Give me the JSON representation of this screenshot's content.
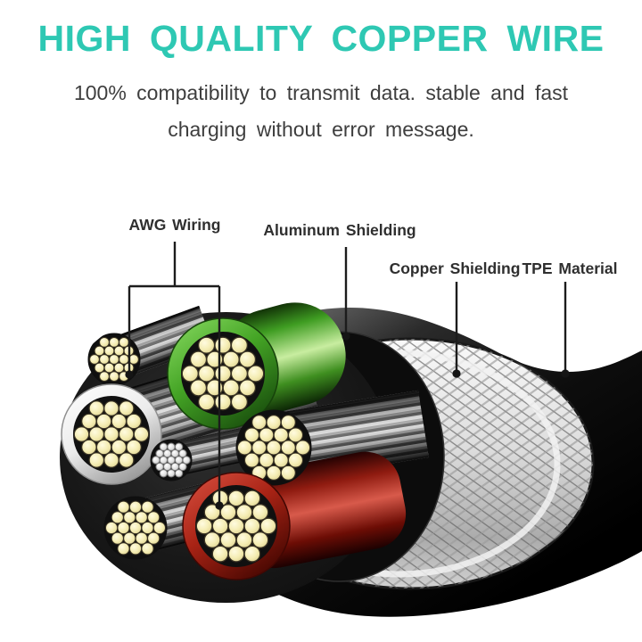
{
  "title": {
    "text": "HIGH QUALITY COPPER WIRE"
  },
  "subtitle": {
    "line1": "100% compatibility to transmit data. stable and fast",
    "line2": "charging without error message."
  },
  "callouts": [
    {
      "id": "awg",
      "text": "AWG Wiring"
    },
    {
      "id": "aluminum",
      "text": "Aluminum Shielding"
    },
    {
      "id": "copper",
      "text": "Copper Shielding"
    },
    {
      "id": "tpe",
      "text": "TPE Material"
    }
  ],
  "colors": {
    "title_teal": "#2ec8b3",
    "body_text": "#3e3e3e",
    "label_text": "#2f2f2f",
    "leader_line": "#1c1c1c",
    "tpe_jacket_black": "#121212",
    "copper_braid_silver": "#e3e3e3",
    "aluminum_foil_dark": "#0d0d0d",
    "wire_green": "#4fae2f",
    "wire_red": "#b2271b",
    "wire_white": "#efefef",
    "strand_copper_cream": "#f5efc0",
    "strand_silver": "#e9e9e9"
  },
  "cable": {
    "bundles": [
      {
        "id": "bare-bundle-top-left",
        "jacket_color": null,
        "strand_color": "copper-cream"
      },
      {
        "id": "green-insulated-wire",
        "jacket_color": "#4fae2f",
        "strand_color": "copper-cream"
      },
      {
        "id": "white-insulated-wire",
        "jacket_color": "#efefef",
        "strand_color": "copper-cream"
      },
      {
        "id": "bare-bundle-center-small",
        "jacket_color": null,
        "strand_color": "silver"
      },
      {
        "id": "bare-bundle-right",
        "jacket_color": null,
        "strand_color": "copper-cream"
      },
      {
        "id": "bare-bundle-bottom-left",
        "jacket_color": null,
        "strand_color": "copper-cream"
      },
      {
        "id": "red-insulated-wire",
        "jacket_color": "#b2271b",
        "strand_color": "copper-cream"
      }
    ]
  }
}
